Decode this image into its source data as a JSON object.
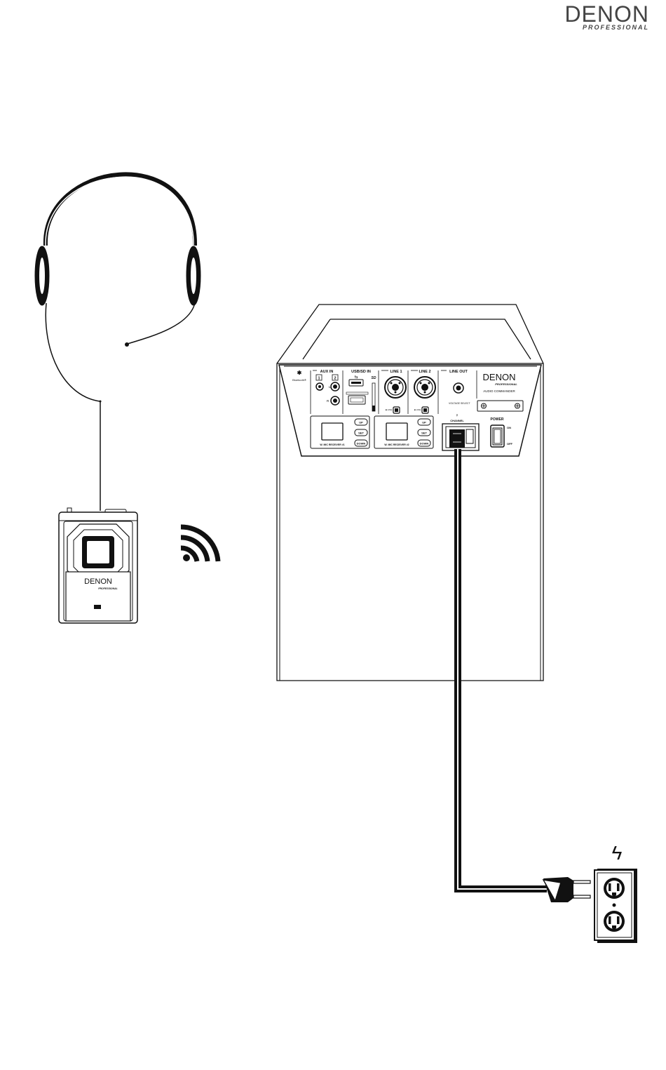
{
  "brand": {
    "name": "DENON",
    "sub": "PROFESSIONAL"
  },
  "panel": {
    "bluetooth": "Bluetooth®",
    "aux_in": "AUX IN",
    "aux_1": "1",
    "aux_2": "2",
    "aux_l": "L",
    "aux_r": "R",
    "usb_sd_in": "USB/SD IN",
    "line1": "LINE 1",
    "line2": "LINE 2",
    "line_out": "LINE OUT",
    "brand_name": "DENON",
    "brand_sub": "PROFESSIONAL",
    "model": "AUDIO COMMANDER",
    "voltage_select": "VOLTAGE SELECT",
    "channel": "CHANNEL",
    "power": "POWER",
    "on": "ON",
    "off": "OFF",
    "up": "UP",
    "set": "SET",
    "down": "DOWN",
    "receiver1": "W. MIC RECEIVER #1",
    "receiver2": "W. MIC RECEIVER #2"
  },
  "transmitter": {
    "brand_name": "DENON",
    "brand_sub": "PROFESSIONAL"
  }
}
